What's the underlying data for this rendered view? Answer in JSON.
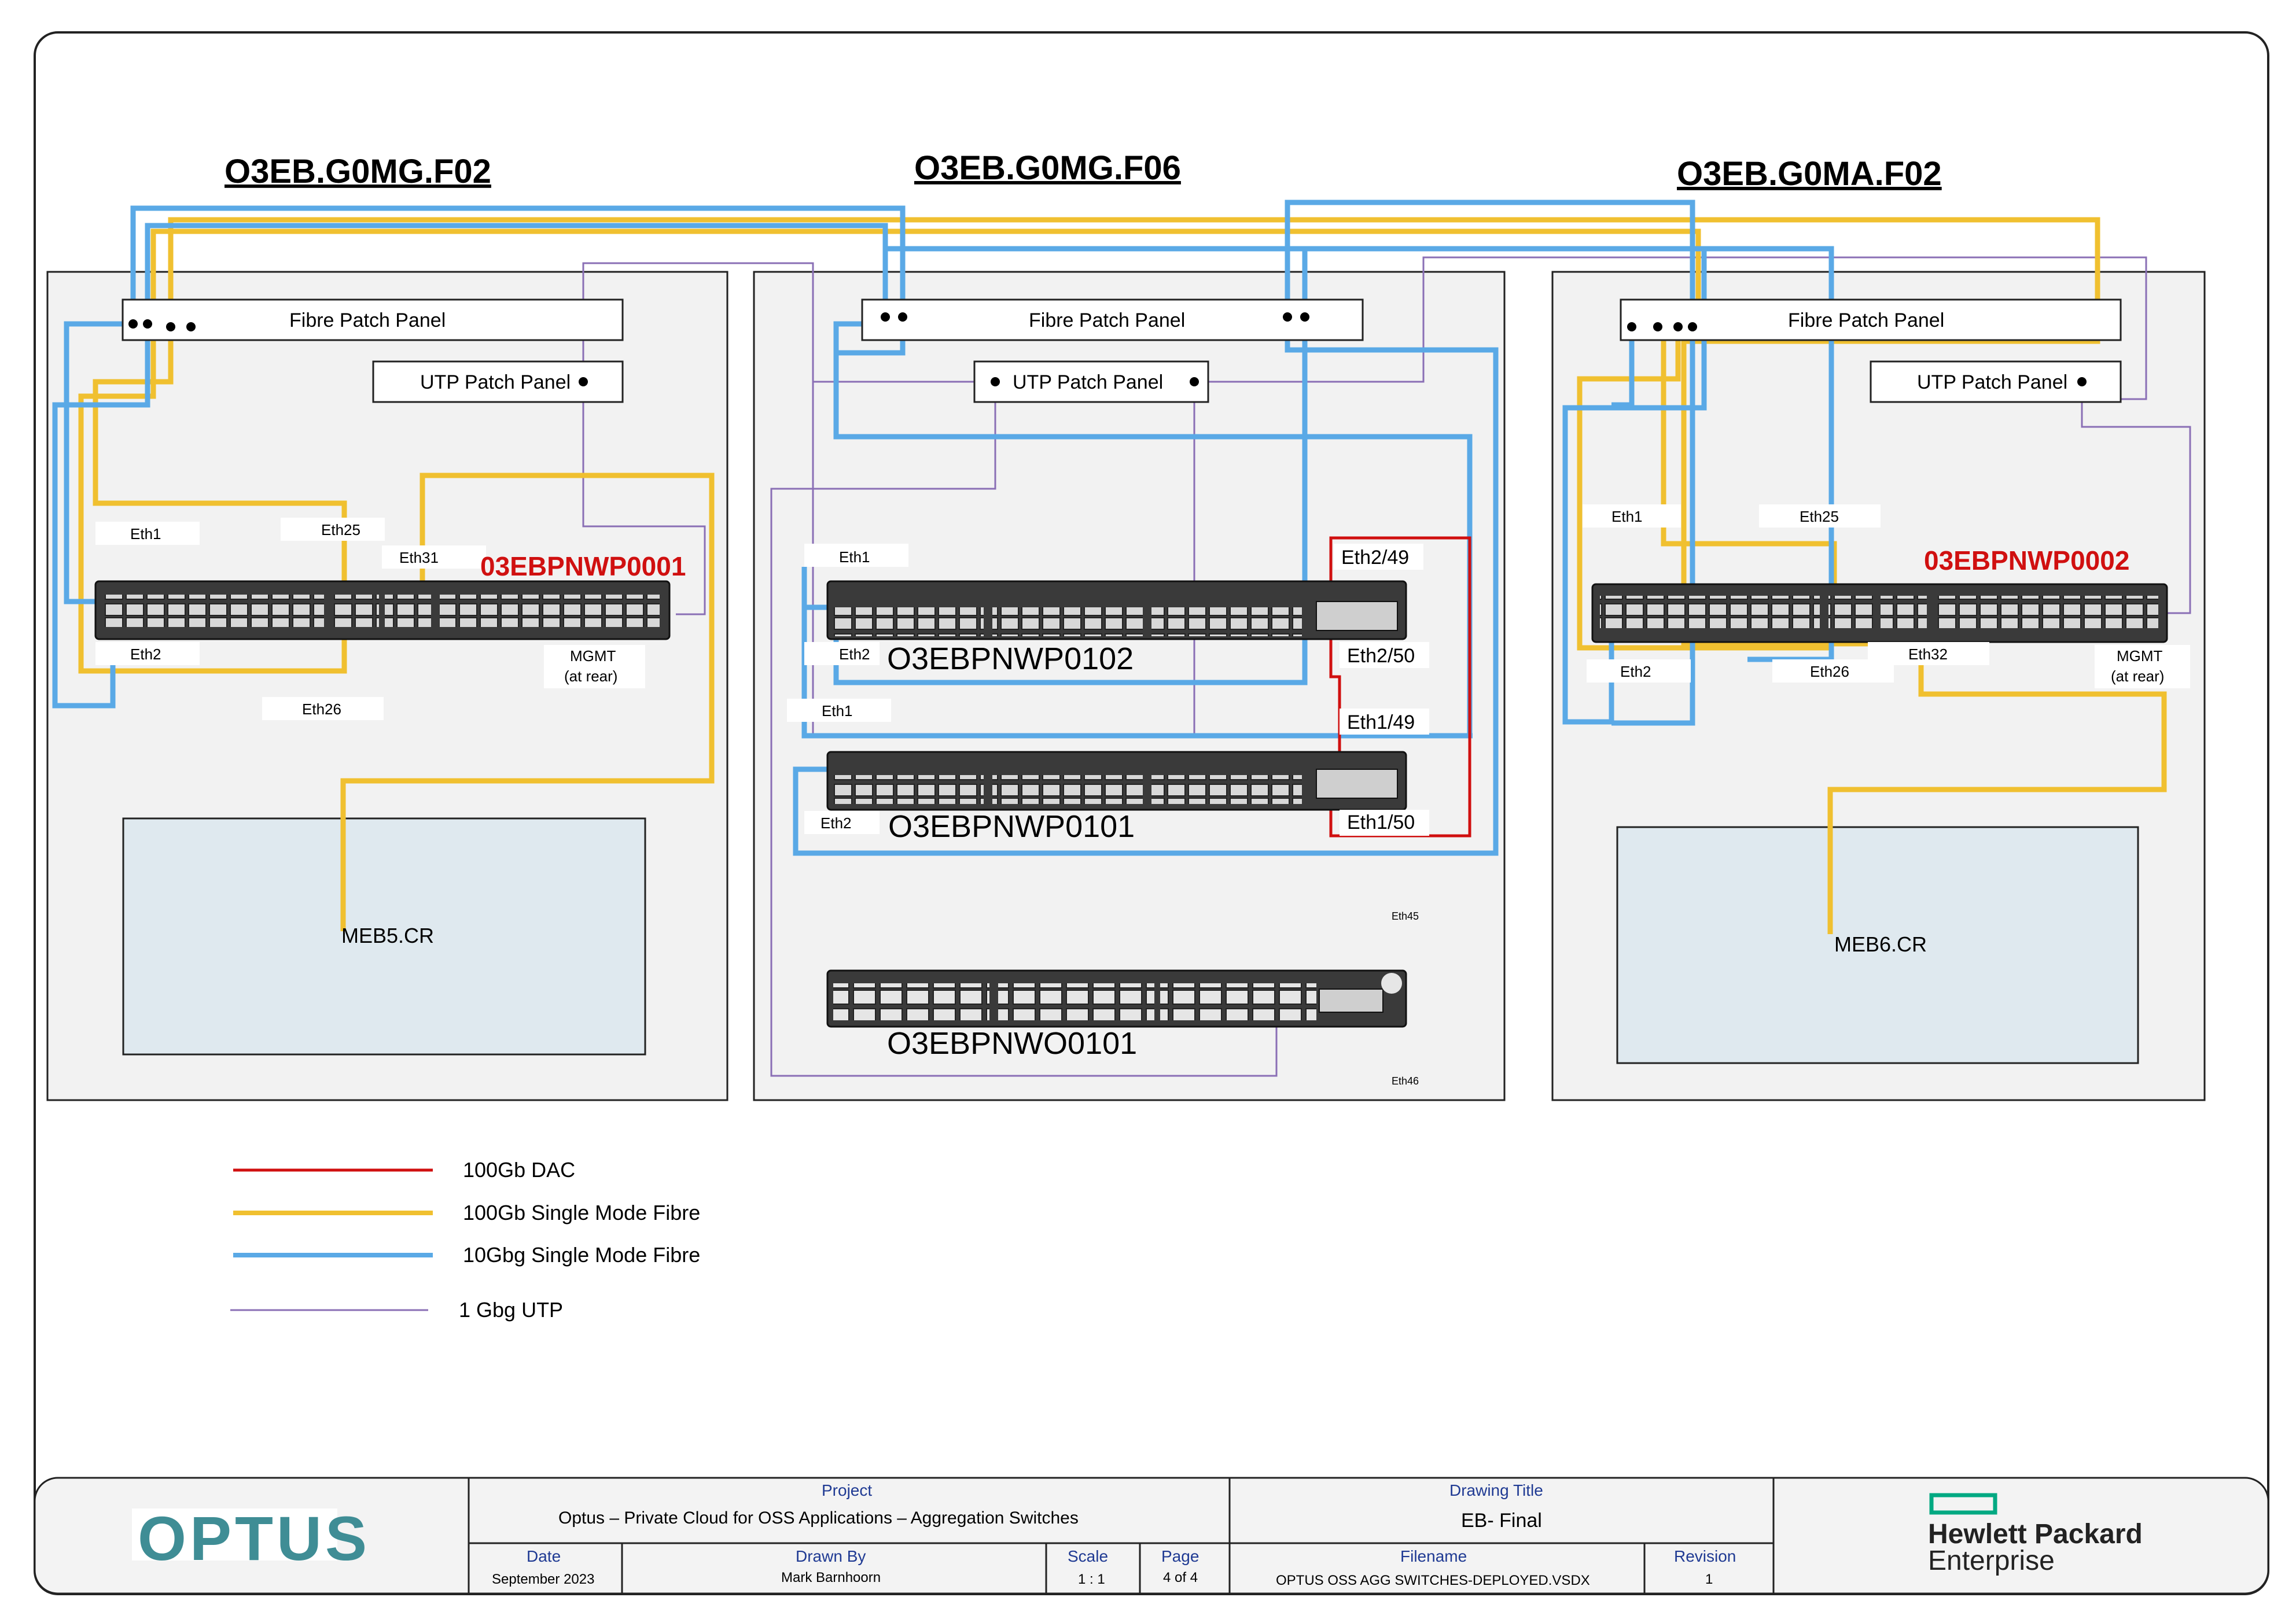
{
  "racks": [
    {
      "title": "O3EB.G0MG.F02"
    },
    {
      "title": "O3EB.G0MG.F06"
    },
    {
      "title": "O3EB.G0MA.F02"
    }
  ],
  "panels": {
    "fibre": "Fibre Patch Panel",
    "utp": "UTP Patch Panel"
  },
  "rack1": {
    "switch_name": "03EBPNWP0001",
    "ports": {
      "eth1": "Eth1",
      "eth2": "Eth2",
      "eth25": "Eth25",
      "eth26": "Eth26",
      "eth31": "Eth31"
    },
    "mgmt": "MGMT",
    "mgmt_sub": "(at rear)",
    "cr": "MEB5.CR"
  },
  "rack2": {
    "switch_a": "O3EBPNWP0102",
    "switch_b": "O3EBPNWP0101",
    "switch_c": "O3EBPNWO0101",
    "ports": {
      "a_eth1": "Eth1",
      "a_eth2": "Eth2",
      "a_eth249": "Eth2/49",
      "a_eth250": "Eth2/50",
      "b_eth1": "Eth1",
      "b_eth2": "Eth2",
      "b_eth149": "Eth1/49",
      "b_eth150": "Eth1/50",
      "eth45": "Eth45",
      "eth46": "Eth46"
    }
  },
  "rack3": {
    "switch_name": "03EBPNWP0002",
    "ports": {
      "eth1": "Eth1",
      "eth2": "Eth2",
      "eth25": "Eth25",
      "eth26": "Eth26",
      "eth32": "Eth32"
    },
    "mgmt": "MGMT",
    "mgmt_sub": "(at rear)",
    "cr": "MEB6.CR"
  },
  "legend": [
    {
      "label": "100Gb DAC",
      "color": "#d01010"
    },
    {
      "label": "100Gb Single Mode Fibre",
      "color": "#f0c030"
    },
    {
      "label": "10Gbg Single Mode Fibre",
      "color": "#5aa9e6"
    },
    {
      "label": "1 Gbg UTP",
      "color": "#8a6fb5"
    }
  ],
  "titleblock": {
    "logo_left": "OPTUS",
    "project_label": "Project",
    "project_value": "Optus – Private Cloud for OSS Applications – Aggregation Switches",
    "drawing_title_label": "Drawing Title",
    "drawing_title_value": "EB- Final",
    "date_label": "Date",
    "date_value": "September 2023",
    "drawn_by_label": "Drawn By",
    "drawn_by_value": "Mark Barnhoorn",
    "scale_label": "Scale",
    "scale_value": "1 : 1",
    "page_label": "Page",
    "page_value": "4 of 4",
    "filename_label": "Filename",
    "filename_value": "OPTUS OSS AGG SWITCHES-DEPLOYED.VSDX",
    "revision_label": "Revision",
    "revision_value": "1",
    "logo_right_line1": "Hewlett Packard",
    "logo_right_line2": "Enterprise"
  }
}
